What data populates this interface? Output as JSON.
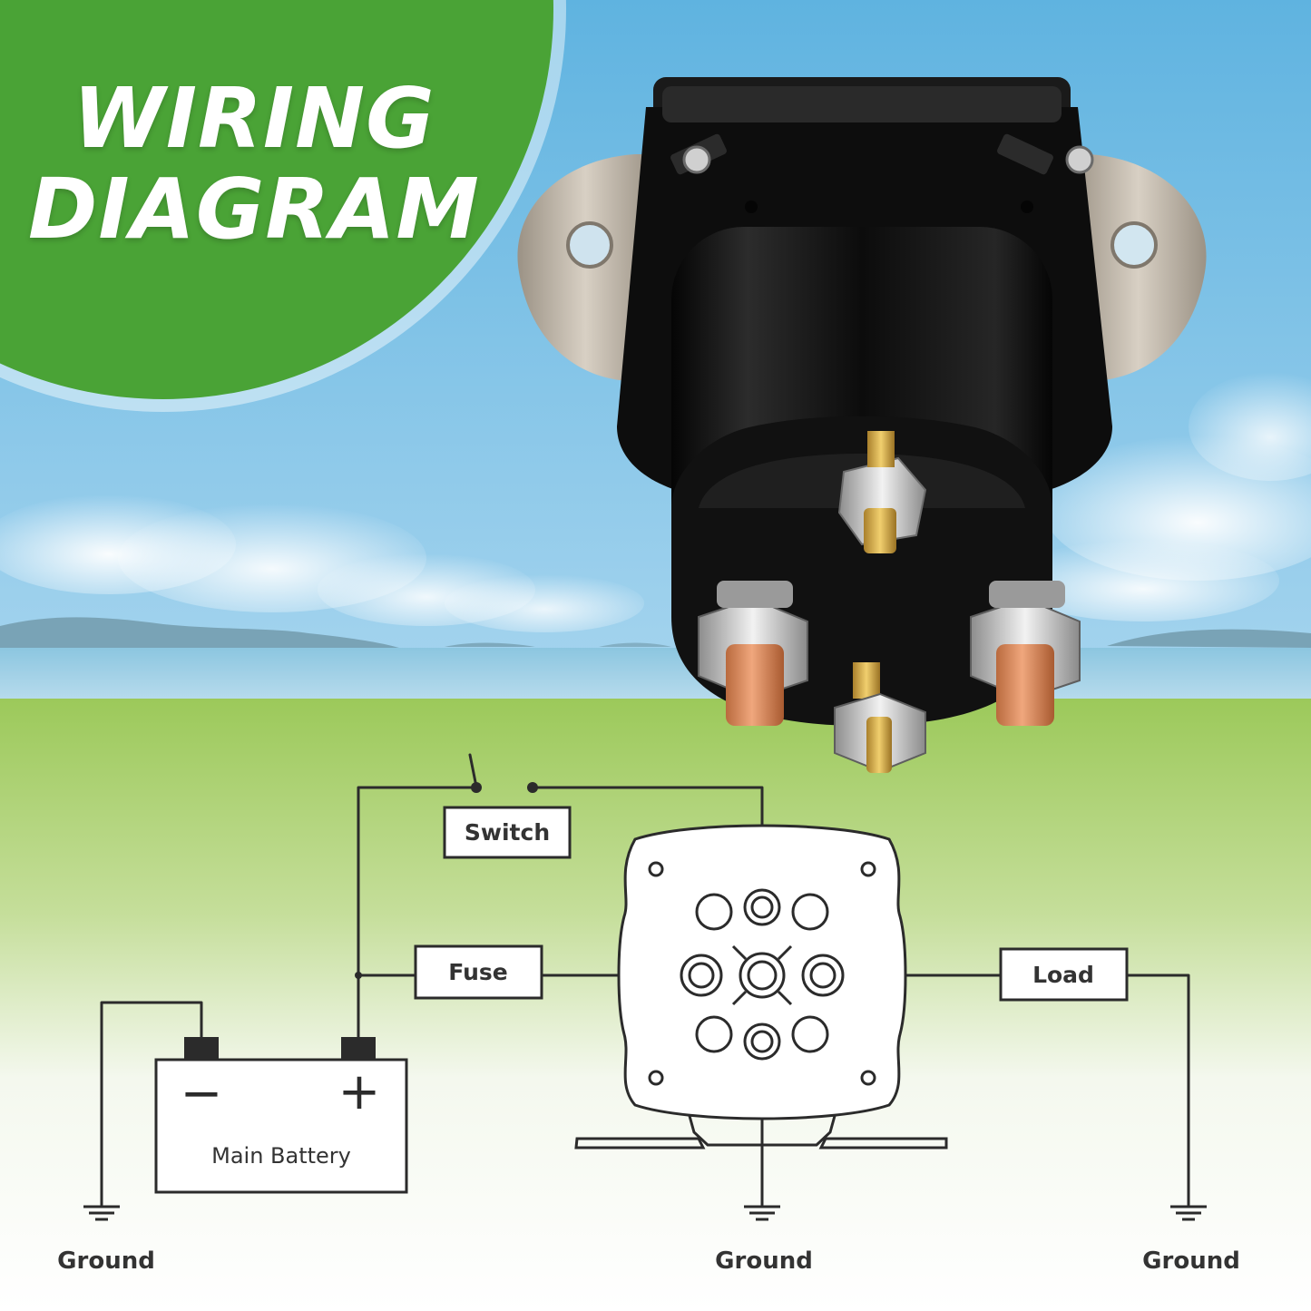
{
  "badge": {
    "line1": "WIRING",
    "line2": "DIAGRAM",
    "color": "#4aa336"
  },
  "diagram": {
    "switch_label": "Switch",
    "fuse_label": "Fuse",
    "load_label": "Load",
    "battery_label": "Main Battery",
    "negative_symbol": "−",
    "positive_symbol": "+",
    "ground_left_label": "Ground",
    "ground_center_label": "Ground",
    "ground_right_label": "Ground"
  },
  "colors": {
    "sky_top": "#5fb3e0",
    "grass": "#9cc95a",
    "line": "#2b2b2b",
    "solenoid_body": "#111111",
    "copper": "#d9875a",
    "brass": "#d9a94a"
  }
}
